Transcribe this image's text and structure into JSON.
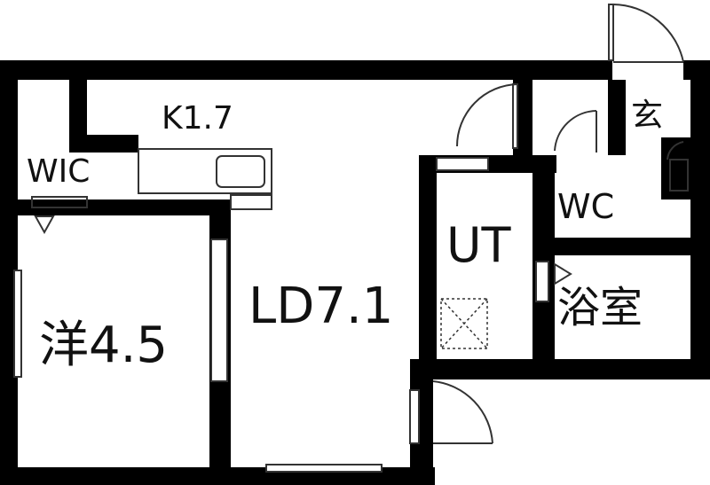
{
  "rooms": {
    "kitchen": "K1.7",
    "walk_in_closet": "WIC",
    "entrance": "玄",
    "toilet": "WC",
    "utility": "UT",
    "bathroom": "浴室",
    "living_dining": "LD7.1",
    "western_room": "洋4.5"
  },
  "colors": {
    "wall": "#000000",
    "line": "#333333",
    "background": "#ffffff"
  }
}
